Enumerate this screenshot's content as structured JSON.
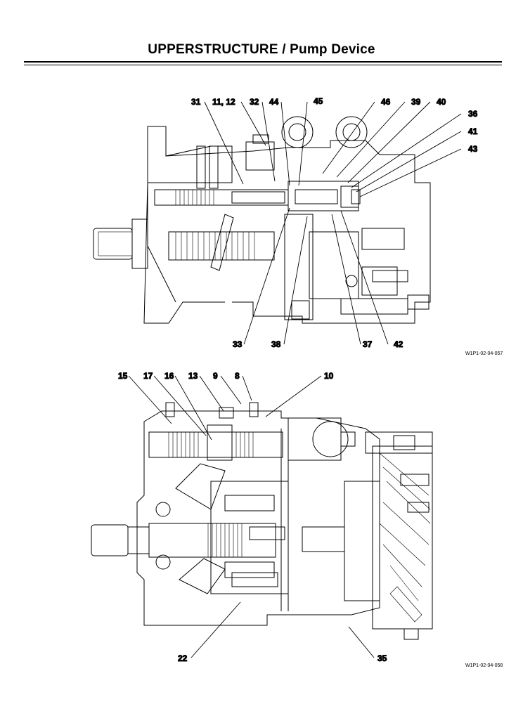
{
  "header": {
    "title": "UPPERSTRUCTURE / Pump Device"
  },
  "figures": [
    {
      "id": "W1P1-02-04-057",
      "callouts": [
        "31",
        "11, 12",
        "32",
        "44",
        "45",
        "46",
        "39",
        "40",
        "36",
        "41",
        "43",
        "33",
        "38",
        "37",
        "42"
      ]
    },
    {
      "id": "W1P1-02-04-058",
      "callouts": [
        "15",
        "17",
        "16",
        "13",
        "9",
        "8",
        "10",
        "22",
        "35"
      ]
    }
  ]
}
